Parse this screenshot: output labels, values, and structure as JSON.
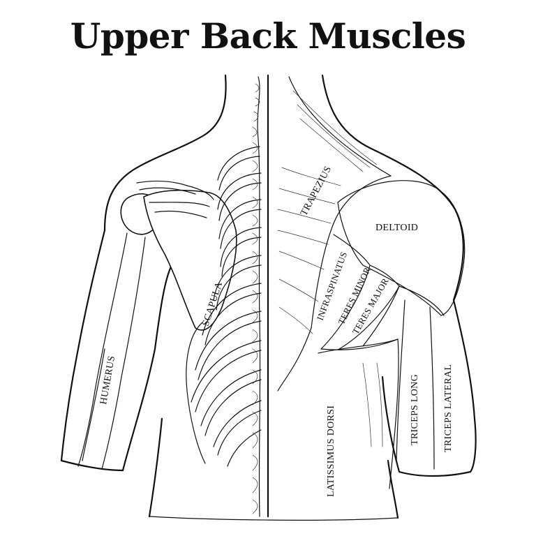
{
  "title": "Upper Back Muscles",
  "labels": {
    "trapezius": "TRAPEZIUS",
    "deltoid": "DELTOID",
    "infraspinatus": "INFRASPINATUS",
    "teres_minor": "TERES MINOR",
    "teres_major": "TERES MAJOR",
    "scapula": "SCAPULA",
    "humerus": "HUMERUS",
    "latissimus_dorsi": "LATISSIMUS DORSI",
    "triceps_long": "TRICEPS LONG",
    "triceps_lateral": "TRICEPS LATERAL"
  },
  "colors": {
    "ink": "#111111",
    "background": "#ffffff"
  }
}
